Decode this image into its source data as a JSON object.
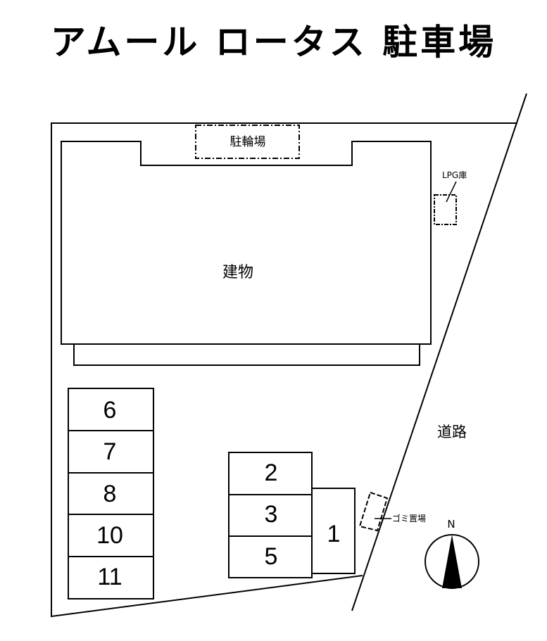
{
  "title": "アムール ロータス 駐車場",
  "labels": {
    "bicycle_parking": "駐輪場",
    "lpg_storage": "LPG庫",
    "building": "建物",
    "road": "道路",
    "garbage": "ゴミ置場",
    "north": "N"
  },
  "parking": {
    "left_column": [
      "6",
      "7",
      "8",
      "10",
      "11"
    ],
    "middle_column": [
      "2",
      "3",
      "5"
    ],
    "right_single": "1"
  },
  "colors": {
    "line": "#000000",
    "background": "#ffffff"
  }
}
